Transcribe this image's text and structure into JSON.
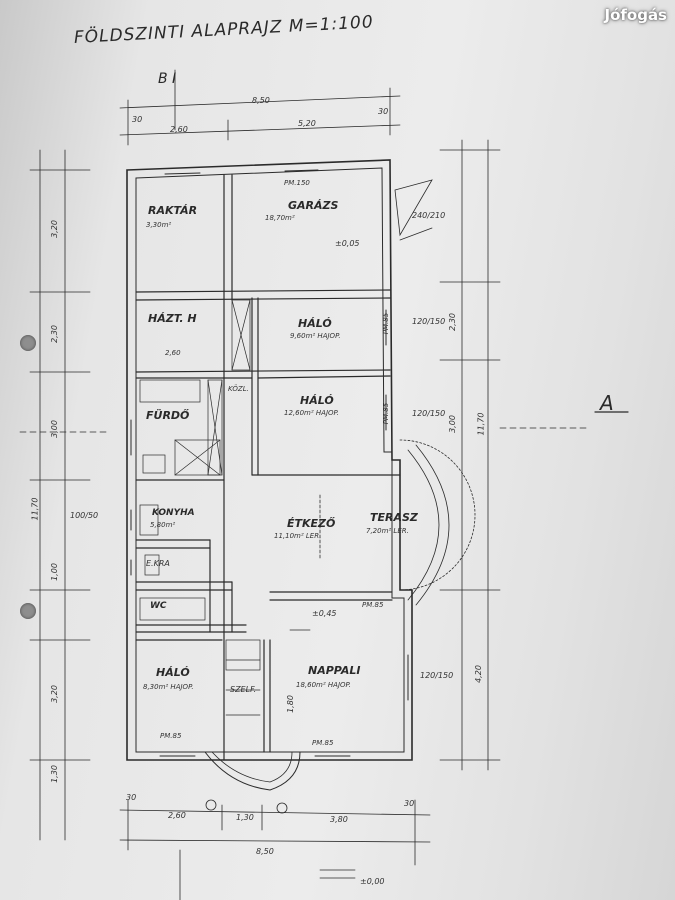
{
  "plan": {
    "title": "FÖLDSZINTI ALAPRAJZ M=1:100",
    "section_b": "B I",
    "section_a": "A",
    "watermark": "Jófogás"
  },
  "rooms": {
    "raktar": {
      "name": "RAKTÁR",
      "area": "3,30m²"
    },
    "garazs": {
      "name": "GARÁZS",
      "area": "18,70m²"
    },
    "hazt": {
      "name": "HÁZT. H",
      "area": "2,60"
    },
    "halo1": {
      "name": "HÁLÓ",
      "area": "9,60m² HAJOP."
    },
    "halo2": {
      "name": "HÁLÓ",
      "area": "12,60m² HAJOP."
    },
    "furdo": {
      "name": "FÜRDŐ",
      "area": ""
    },
    "kozl": {
      "name": "KÖZL."
    },
    "konyha": {
      "name": "KONYHA",
      "area": "5,80m²"
    },
    "etkezo": {
      "name": "ÉTKEZŐ",
      "area": "11,10m² LER."
    },
    "terasz": {
      "name": "TERASZ",
      "area": "7,20m² LER."
    },
    "ekra": {
      "name": "E.KRA"
    },
    "wc": {
      "name": "WC"
    },
    "halo3": {
      "name": "HÁLÓ",
      "area": "8,30m² HAJOP."
    },
    "szelf": {
      "name": "SZELF."
    },
    "nappali": {
      "name": "NAPPALI",
      "area": "18,60m² HAJOP."
    }
  },
  "dims": {
    "top_total": "8,50",
    "top_left": "2,60",
    "top_right": "5,20",
    "top_30a": "30",
    "top_30b": "30",
    "bottom_total": "8,50",
    "bottom_left": "2,60",
    "bottom_mid": "1,30",
    "bottom_right": "3,80",
    "bottom_30a": "30",
    "bottom_30b": "30",
    "left_total": "11,70",
    "left_320": "3,20",
    "left_230": "2,30",
    "left_300": "3,00",
    "left_100": "1,00",
    "left_420": "3,20",
    "left_130": "1,30",
    "right_total": "11,70",
    "right_300": "3,00",
    "right_230": "2,30",
    "right_420": "4,20",
    "right_180": "1,80",
    "win_120_150a": "120/150",
    "win_120_150b": "120/150",
    "win_120_150c": "120/150",
    "door_240_210": "240/210",
    "konyha_dim": "100/50",
    "elev_top": "±0,05",
    "elev_bottom": "±0,00",
    "elev_mid": "±0,45",
    "pm_150": "PM.150",
    "pm_85a": "PM.85",
    "pm_85b": "PM.85",
    "pm_85c": "PM.85",
    "pm_85d": "PM.85",
    "pm_85e": "PM.85"
  }
}
